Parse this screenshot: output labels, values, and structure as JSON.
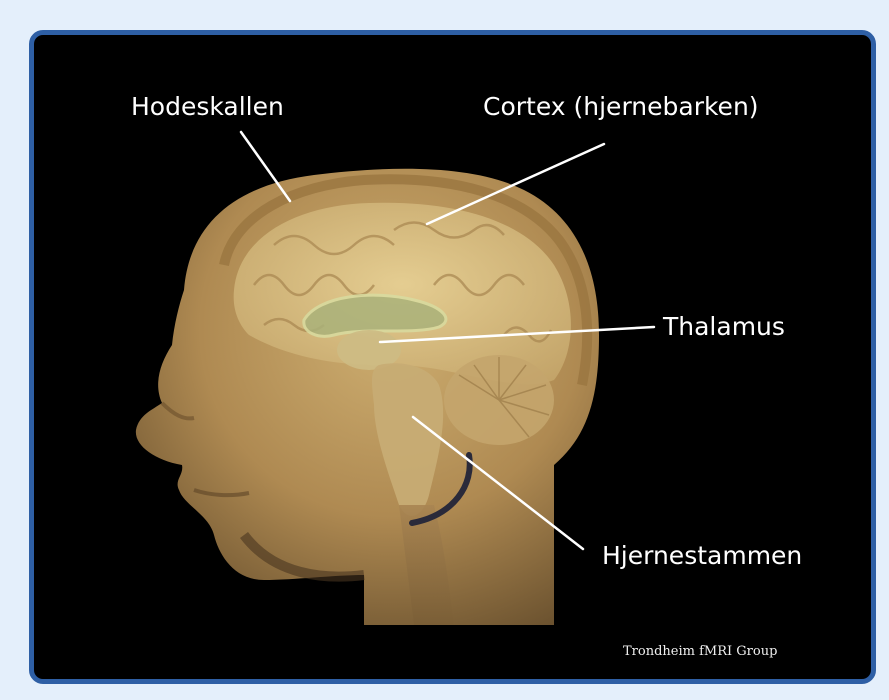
{
  "labels": {
    "skull": "Hodeskallen",
    "cortex": "Cortex (hjernebarken)",
    "thalamus": "Thalamus",
    "brainstem": "Hjernestammen"
  },
  "credit": "Trondheim fMRI Group",
  "colors": {
    "page_background": "#e4effb",
    "frame_border": "#2e5fa5",
    "panel_background": "#000000",
    "head_tone": "#c29a5c",
    "label_text": "#ffffff"
  }
}
